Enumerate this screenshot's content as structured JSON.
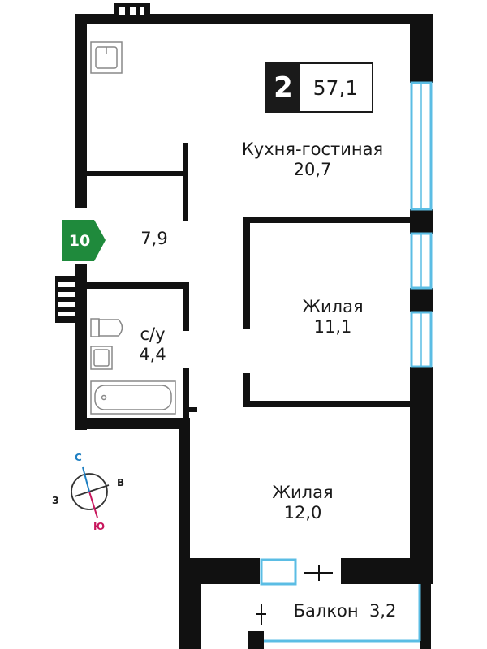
{
  "apartment": {
    "rooms": "2",
    "total_area": "57,1",
    "floor": "10"
  },
  "rooms": {
    "kitchen_living": {
      "name": "Кухня-гостиная",
      "area": "20,7"
    },
    "hall": {
      "area": "7,9"
    },
    "bathroom": {
      "name": "с/у",
      "area": "4,4"
    },
    "bedroom1": {
      "name": "Жилая",
      "area": "11,1"
    },
    "bedroom2": {
      "name": "Жилая",
      "area": "12,0"
    },
    "balcony": {
      "label": "Балкон  3,2"
    }
  },
  "compass": {
    "north": "С",
    "east": "В",
    "south": "Ю",
    "west": "З",
    "colors": {
      "north": "#1e7fc2",
      "south": "#c8175d"
    }
  },
  "colors": {
    "wall": "#111111",
    "window": "#5bbde4",
    "floor_tag": "#1f8a3c"
  }
}
